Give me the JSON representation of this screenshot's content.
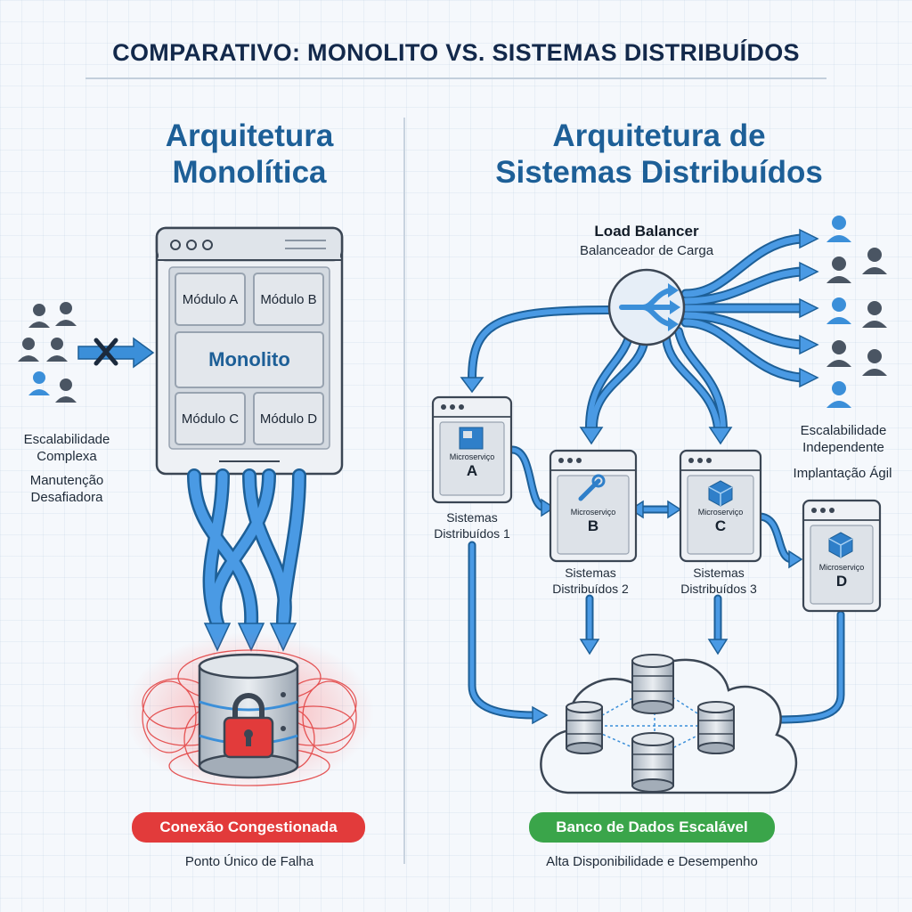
{
  "title": "COMPARATIVO: MONOLITO VS. SISTEMAS DISTRIBUÍDOS",
  "left": {
    "heading_line1": "Arquitetura",
    "heading_line2": "Monolítica",
    "modules": [
      "Módulo A",
      "Módulo B",
      "Módulo C",
      "Módulo D"
    ],
    "core": "Monolito",
    "problems": [
      "Escalabilidade",
      "Complexa",
      "Manutenção",
      "Desafiadora"
    ],
    "badge": "Conexão Congestionada",
    "caption": "Ponto Único de Falha"
  },
  "right": {
    "heading_line1": "Arquitetura de",
    "heading_line2": "Sistemas Distribuídos",
    "load_balancer": "Load Balancer",
    "load_balancer_sub": "Balanceador de Carga",
    "benefits": [
      "Escalabilidade",
      "Independente",
      "Implantação Ágil"
    ],
    "microservice_word": "Microserviço",
    "services": [
      {
        "letter": "A",
        "caption1": "Sistemas",
        "caption2": "Distribuídos 1"
      },
      {
        "letter": "B",
        "caption1": "Sistemas",
        "caption2": "Distribuídos 2"
      },
      {
        "letter": "C",
        "caption1": "Sistemas",
        "caption2": "Distribuídos 3"
      },
      {
        "letter": "D"
      }
    ],
    "badge": "Banco de Dados Escalável",
    "caption": "Alta Disponibilidade e Desempenho"
  },
  "colors": {
    "accent_blue": "#1d5f97",
    "arrow_blue": "#3b8fd9",
    "danger_red": "#e23b3b",
    "success_green": "#3aa54a"
  }
}
